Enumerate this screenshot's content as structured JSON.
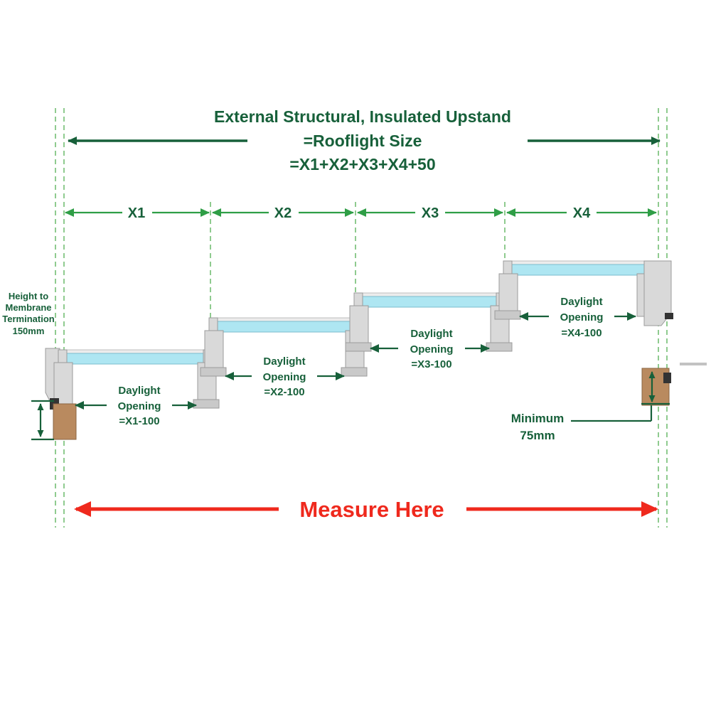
{
  "title": {
    "line1": "External Structural, Insulated Upstand",
    "line2": "=Rooflight Size",
    "line3": "=X1+X2+X3+X4+50"
  },
  "segments": [
    {
      "dim": "X1",
      "open1": "Daylight",
      "open2": "Opening",
      "open3": "=X1-100"
    },
    {
      "dim": "X2",
      "open1": "Daylight",
      "open2": "Opening",
      "open3": "=X2-100"
    },
    {
      "dim": "X3",
      "open1": "Daylight",
      "open2": "Opening",
      "open3": "=X3-100"
    },
    {
      "dim": "X4",
      "open1": "Daylight",
      "open2": "Opening",
      "open3": "=X4-100"
    }
  ],
  "left_note": {
    "line1": "Height to",
    "line2": "Membrane",
    "line3": "Termination",
    "line4": "150mm"
  },
  "right_note": {
    "line1": "Minimum",
    "line2": "75mm"
  },
  "measure": {
    "label": "Measure Here"
  },
  "colors": {
    "title_green": "#17603a",
    "dimension_arrow_green": "#2f9e46",
    "dashed_guide_green": "#8fcb8f",
    "measure_red": "#ef291d",
    "glass_blue": "#aee6f2",
    "frame_gray": "#d9d9d9",
    "upstand_brown": "#b98a5f"
  }
}
